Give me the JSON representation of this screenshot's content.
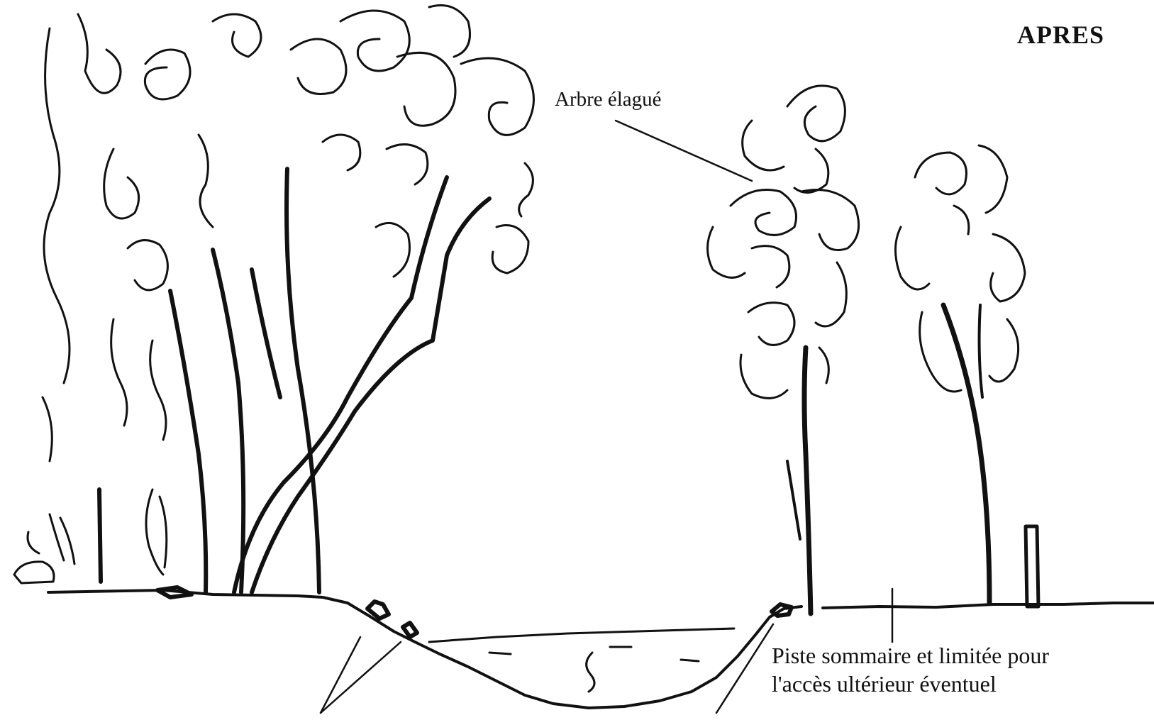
{
  "title": "APRES",
  "annotations": {
    "pruned_tree": "Arbre élagué",
    "track_line1": "Piste sommaire et limitée pour",
    "track_line2": "l'accès ultérieur éventuel"
  },
  "colors": {
    "ink": "#111111",
    "background": "#ffffff"
  }
}
